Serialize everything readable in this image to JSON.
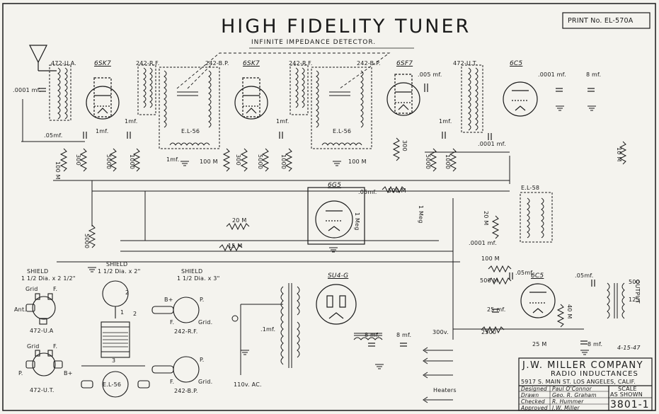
{
  "title": {
    "main": "HIGH FIDELITY TUNER",
    "sub": "INFINITE IMPEDANCE DETECTOR."
  },
  "print_number": "PRINT No. EL-570A",
  "tubes": {
    "v1": "6SK7",
    "v2": "6SK7",
    "v3": "6SF7",
    "v4": "6C5",
    "v5": "6G5",
    "v6": "SU4-G",
    "v7": "6C5"
  },
  "coils": {
    "ant": "472-U.A.",
    "rf1": "242-R.F.",
    "bp1": "242-B.P.",
    "rf2": "242-R.F.",
    "bp2": "242-B.P.",
    "ut": "472-U.T.",
    "el56a": "E.L-56",
    "el56b": "E.L-56",
    "el58": "E.L-58"
  },
  "components": {
    "c_ant": ".0001 mf.",
    "c1": ".05mf.",
    "c2": "1mf.",
    "c3": "1mf.",
    "c4": "1mf.",
    "c5": "1mf.",
    "c6": "1mf.",
    "r1": "100 M",
    "r2": "300",
    "r3": "5000",
    "r4": "1000",
    "r5": "100 M",
    "r6": "300",
    "r7": "5000",
    "r8": "1000",
    "r9": "100 M",
    "r10": "300",
    "r11": "5000",
    "r12": "1000",
    "c7": ".005 mf.",
    "c8": ".0001 mf.",
    "c9": ".0001 mf.",
    "c10": "8 mf.",
    "r13": "10 M",
    "r14": "20 M",
    "r15": "15 M",
    "r16": "5000",
    "r17": "500 M",
    "c11": ".05mf.",
    "r18": "1 Meg",
    "r19": "20 M",
    "c12": ".0001 mf.",
    "r20": "100 M",
    "c13": ".05mf.",
    "r21": "500 M",
    "c14": ".05mf.",
    "r22": "40 M",
    "c15": "25 mf.",
    "r23": "2500",
    "r24": "25 M",
    "c16": "8 mf.",
    "c17": "8 mf.",
    "c18": "8 mf.",
    "c19": ".1mf.",
    "r25": "1 Meg"
  },
  "labels": {
    "output": "OUTPUT",
    "impedance": "500",
    "gnd_500": "125",
    "v300": "300v.",
    "heaters": "Heaters",
    "ac": "110v. AC."
  },
  "shields": {
    "s1": {
      "title": "SHIELD",
      "dim": "1 1/2 Dia. x 2 1/2\"",
      "name": "472-U.A",
      "pins": [
        "Grid",
        "F.",
        "Ant."
      ]
    },
    "s2": {
      "title": "SHIELD",
      "dim": "1 1/2 Dia. x 2\"",
      "name": "E.L-56",
      "pins": [
        "2",
        "1",
        "2",
        "3"
      ]
    },
    "s3": {
      "title": "SHIELD",
      "dim": "1 1/2 Dia. x 3\"",
      "name": "242-R.F.",
      "pins": [
        "B+",
        "P.",
        "F.",
        "Grid."
      ]
    },
    "s4": {
      "name": "472-U.T.",
      "pins": [
        "Grid",
        "F.",
        "P.",
        "B+"
      ]
    },
    "s5": {
      "name": "242-B.P.",
      "pins": [
        "P.",
        "F.",
        "Grid."
      ]
    }
  },
  "date": "4-15-47",
  "company": {
    "name": "J.W. MILLER   COMPANY",
    "sub": "RADIO   INDUCTANCES",
    "addr": "5917 S. MAIN ST.  LOS ANGELES, CALIF.",
    "rows": [
      {
        "k": "Designed",
        "v": "Paul O'Connor"
      },
      {
        "k": "Drawn",
        "v": "Geo. R. Graham"
      },
      {
        "k": "Checked",
        "v": "R. Hummer"
      },
      {
        "k": "Approved",
        "v": "J.W. Miller"
      }
    ],
    "scale_label": "SCALE",
    "scale": "AS SHOWN",
    "drawing_no": "3801-1"
  }
}
